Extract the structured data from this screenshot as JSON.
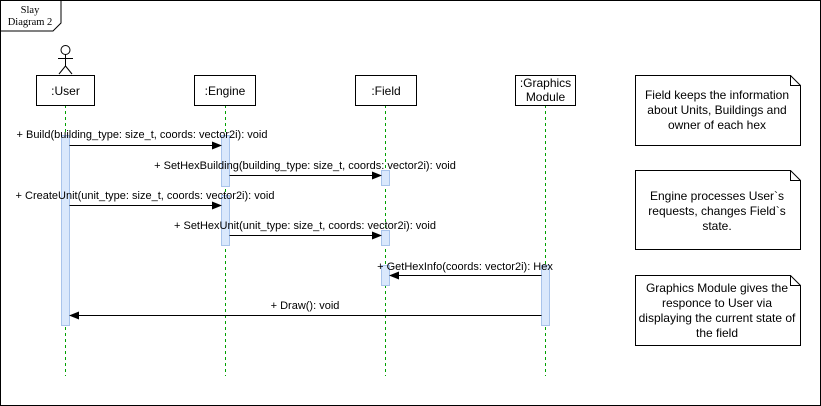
{
  "frame": {
    "title_line1": "Slay",
    "title_line2": "Diagram 2"
  },
  "lifelines": [
    {
      "id": "user",
      "label": ":User",
      "actor": true
    },
    {
      "id": "engine",
      "label": ":Engine"
    },
    {
      "id": "field",
      "label": ":Field"
    },
    {
      "id": "graphics",
      "label_line1": ":Graphics",
      "label_line2": "Module"
    }
  ],
  "messages": [
    {
      "label": "+ Build(building_type: size_t, coords: vector2i): void",
      "from": "user",
      "to": "engine"
    },
    {
      "label": "+ SetHexBuilding(building_type: size_t, coords: vector2i): void",
      "from": "engine",
      "to": "field"
    },
    {
      "label": "+ CreateUnit(unit_type: size_t, coords: vector2i): void",
      "from": "user",
      "to": "engine"
    },
    {
      "label": "+ SetHexUnit(unit_type: size_t, coords: vector2i): void",
      "from": "engine",
      "to": "field"
    },
    {
      "label": "+ GetHexInfo(coords: vector2i): Hex",
      "from": "graphics",
      "to": "field"
    },
    {
      "label": "+ Draw(): void",
      "from": "graphics",
      "to": "user"
    }
  ],
  "notes": [
    {
      "lines": [
        "Field keeps the information",
        "about Units, Buildings and",
        "owner of each hex"
      ]
    },
    {
      "lines": [
        "Engine processes User`s",
        "requests, changes Field`s",
        "state."
      ]
    },
    {
      "lines": [
        "Graphics Module gives the",
        "responce to User via",
        "displaying the current state of",
        "the field"
      ]
    }
  ],
  "colors": {
    "lifeline_dash": "#00a000",
    "activation_fill": "#dae8fc",
    "activation_stroke": "#a9c4eb",
    "line": "#000000"
  }
}
